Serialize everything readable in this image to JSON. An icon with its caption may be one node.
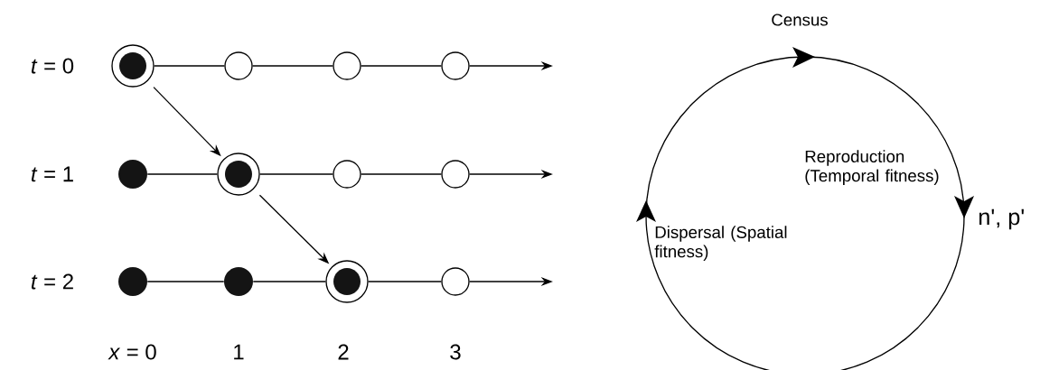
{
  "diagram": {
    "nodes": [
      {
        "text": [],
        "shape": "ring"
      },
      {
        "text": [],
        "shape": "circle"
      },
      {
        "text": [],
        "shape": "circle"
      },
      {
        "text": [],
        "shape": "circle"
      },
      {
        "text": [],
        "shape": "dot"
      },
      {
        "text": [],
        "shape": "ring"
      },
      {
        "text": [],
        "shape": "circle"
      },
      {
        "text": [],
        "shape": "circle"
      },
      {
        "text": [],
        "shape": "dot"
      },
      {
        "text": [],
        "shape": "dot"
      },
      {
        "text": [],
        "shape": "ring"
      },
      {
        "text": [],
        "shape": "circle"
      }
    ],
    "edges": [
      {
        "from": 0,
        "to": 1,
        "arrow": "none"
      },
      {
        "from": 1,
        "to": 2,
        "arrow": "none"
      },
      {
        "from": 2,
        "to": 3,
        "arrow": "none"
      },
      {
        "from": 3,
        "to": null,
        "arrow": "to"
      },
      {
        "from": 4,
        "to": 5,
        "arrow": "none"
      },
      {
        "from": 5,
        "to": 6,
        "arrow": "none"
      },
      {
        "from": 6,
        "to": 7,
        "arrow": "none"
      },
      {
        "from": 7,
        "to": null,
        "arrow": "to"
      },
      {
        "from": 8,
        "to": 9,
        "arrow": "none"
      },
      {
        "from": 9,
        "to": 10,
        "arrow": "none"
      },
      {
        "from": 10,
        "to": 11,
        "arrow": "none"
      },
      {
        "from": 11,
        "to": null,
        "arrow": "to"
      },
      {
        "from": 0,
        "to": 5,
        "arrow": "to"
      },
      {
        "from": 5,
        "to": 10,
        "arrow": "to"
      }
    ],
    "labels": [
      "*t* = 0",
      "*t* = 1",
      "*t* = 2",
      "*x* = 0",
      "1",
      "2",
      "3",
      "Census",
      "Reproduction (Temporal fitness)",
      "n', p'",
      "Dispersal (Spatial fitness)"
    ]
  }
}
